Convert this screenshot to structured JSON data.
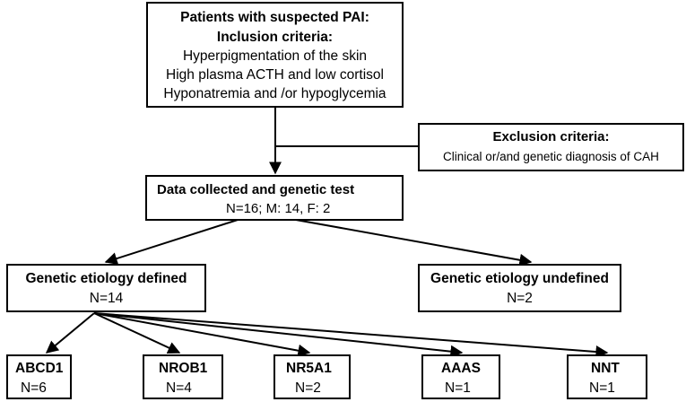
{
  "main_box": {
    "title": "Patients with suspected PAI:",
    "subtitle": "Inclusion criteria:",
    "criteria": [
      "Hyperpigmentation of the skin",
      "High plasma ACTH and low cortisol",
      "Hyponatremia and /or hypoglycemia"
    ]
  },
  "exclusion_box": {
    "title": "Exclusion criteria:",
    "text": "Clinical or/and genetic diagnosis of CAH"
  },
  "data_box": {
    "title": "Data collected and genetic test",
    "text": "N=16; M: 14, F: 2"
  },
  "defined_box": {
    "title": "Genetic etiology defined",
    "text": "N=14"
  },
  "undefined_box": {
    "title": "Genetic etiology undefined",
    "text": "N=2"
  },
  "genes": [
    {
      "name": "ABCD1",
      "count": "N=6"
    },
    {
      "name": "NROB1",
      "count": "N=4"
    },
    {
      "name": "NR5A1",
      "count": "N=2"
    },
    {
      "name": "AAAS",
      "count": "N=1"
    },
    {
      "name": "NNT",
      "count": "N=1"
    }
  ]
}
